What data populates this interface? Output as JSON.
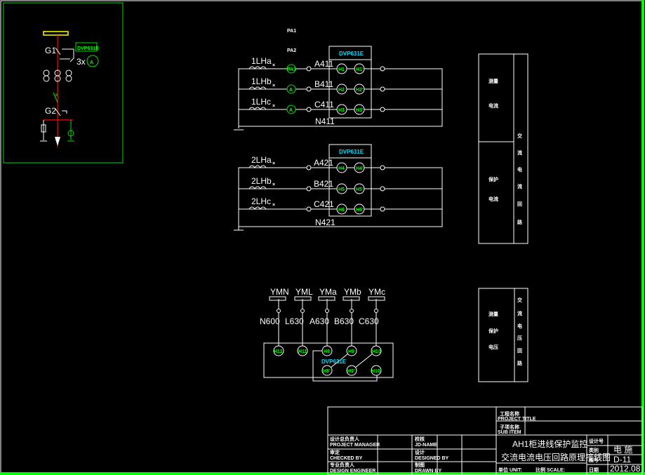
{
  "single_line": {
    "g1": "G1",
    "g2": "G2",
    "device": "DVP631E",
    "ammeter_count": "3x",
    "ammeter": "A"
  },
  "current_loop1": {
    "pa1": "PA1",
    "pa2": "PA2",
    "device": "DVP631E",
    "ct": [
      "1LHa",
      "1LHb",
      "1LHc"
    ],
    "meters": [
      "PA3",
      "A",
      "A"
    ],
    "phases": [
      "A411",
      "B411",
      "C411"
    ],
    "neutral": "N411",
    "terms_in": [
      "H1",
      "H2",
      "H3"
    ],
    "terms_out": [
      "H1'",
      "H2'",
      "H3'"
    ],
    "mark": "×"
  },
  "current_loop2": {
    "device": "DVP631E",
    "ct": [
      "2LHa",
      "2LHb",
      "2LHc"
    ],
    "phases": [
      "A421",
      "B421",
      "C421"
    ],
    "neutral": "N421",
    "terms_in": [
      "H4",
      "H5",
      "H6"
    ],
    "terms_out": [
      "H4'",
      "H5'",
      "H6'"
    ],
    "mark": "×"
  },
  "voltage_loop": {
    "buses": [
      "YMN",
      "YML",
      "YMa",
      "YMb",
      "YMc"
    ],
    "wires": [
      "N600",
      "L630",
      "A630",
      "B630",
      "C630"
    ],
    "top_terms": [
      "H11'",
      "H11",
      "H8",
      "H9",
      "H10"
    ],
    "bottom_terms": [
      "H8'",
      "H9'",
      "H10'"
    ],
    "device": "DVP631E"
  },
  "legend1": {
    "measure": "测量",
    "measure_sub": "电流",
    "protect": "保护",
    "protect_sub": "电流",
    "side": [
      "交",
      "流",
      "电",
      "流",
      "回",
      "路"
    ]
  },
  "legend2": {
    "rows": [
      "测量",
      "保护",
      "电压"
    ],
    "side": [
      "交",
      "流",
      "电",
      "压",
      "回",
      "路"
    ]
  },
  "title_block": {
    "project_label": "工程名称",
    "project_label_en": "PROJECT TITLE",
    "sub_label": "子项名称",
    "sub_label_en": "SUB ITEM",
    "left": [
      [
        "设计总负责人",
        "PROJECT MANAGER"
      ],
      [
        "审定",
        "CHECKED BY"
      ],
      [
        "专业负责人",
        "DESIGN ENGINEER"
      ]
    ],
    "mid": [
      [
        "校核",
        "JD-NAME"
      ],
      [
        "设计",
        "DESIGNED BY"
      ],
      [
        "制图",
        "DRAWN BY"
      ]
    ],
    "title_line1": "AH1柜进线保护监控",
    "title_line2": "交流电流电压回路原理接线图",
    "unit": "单位 UNIT:",
    "scale": "比例 SCALE:",
    "right_labels": [
      "设计号",
      "类别",
      "图号",
      "日期"
    ],
    "right_values": [
      "",
      "电 施",
      "D-11",
      "2012.08"
    ]
  }
}
